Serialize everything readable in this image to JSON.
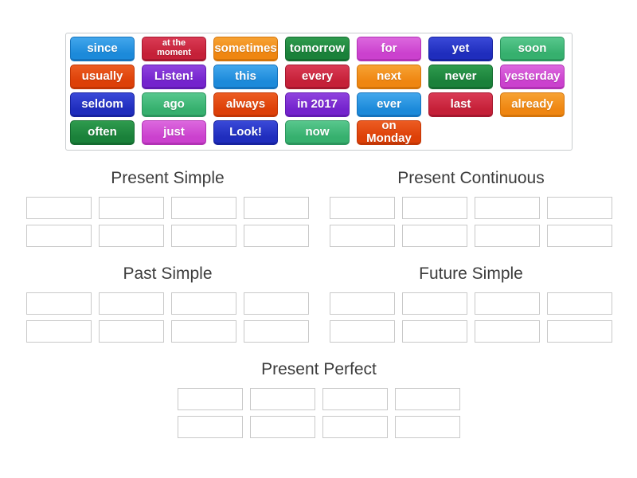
{
  "board": {
    "background": "#ffffff",
    "slot_border": "#c9c9c9",
    "tray_border": "#c8ccce",
    "title_color": "#3c3c3c"
  },
  "palette": {
    "azure": {
      "top": "#43a7ec",
      "bottom": "#1c8ada",
      "edge": "#1573bd"
    },
    "crimson": {
      "top": "#da3b55",
      "bottom": "#c52038",
      "edge": "#a5172e"
    },
    "orange": {
      "top": "#f7a233",
      "bottom": "#ef8611",
      "edge": "#d4740a"
    },
    "green": {
      "top": "#2f9b4e",
      "bottom": "#1a813a",
      "edge": "#146c30"
    },
    "orchid": {
      "top": "#dc68de",
      "bottom": "#cb41ce",
      "edge": "#b232b5"
    },
    "royal_blue": {
      "top": "#3a49d8",
      "bottom": "#1f2dbd",
      "edge": "#1722a0"
    },
    "emerald": {
      "top": "#58c78d",
      "bottom": "#36b06e",
      "edge": "#2b965d"
    },
    "orange_red": {
      "top": "#ec5c22",
      "bottom": "#dd4008",
      "edge": "#c23605"
    },
    "purple": {
      "top": "#8f43de",
      "bottom": "#7423cd",
      "edge": "#611bb2"
    }
  },
  "tray": {
    "rows": [
      [
        {
          "label": "since",
          "color": "azure"
        },
        {
          "label": "at the moment",
          "color": "crimson",
          "small": true
        },
        {
          "label": "sometimes",
          "color": "orange"
        },
        {
          "label": "tomorrow",
          "color": "green"
        },
        {
          "label": "for",
          "color": "orchid"
        },
        {
          "label": "yet",
          "color": "royal_blue"
        },
        {
          "label": "soon",
          "color": "emerald"
        }
      ],
      [
        {
          "label": "usually",
          "color": "orange_red"
        },
        {
          "label": "Listen!",
          "color": "purple"
        },
        {
          "label": "this",
          "color": "azure"
        },
        {
          "label": "every",
          "color": "crimson"
        },
        {
          "label": "next",
          "color": "orange"
        },
        {
          "label": "never",
          "color": "green"
        },
        {
          "label": "yesterday",
          "color": "orchid"
        }
      ],
      [
        {
          "label": "seldom",
          "color": "royal_blue"
        },
        {
          "label": "ago",
          "color": "emerald"
        },
        {
          "label": "always",
          "color": "orange_red"
        },
        {
          "label": "in 2017",
          "color": "purple"
        },
        {
          "label": "ever",
          "color": "azure"
        },
        {
          "label": "last",
          "color": "crimson"
        },
        {
          "label": "already",
          "color": "orange"
        }
      ],
      [
        {
          "label": "often",
          "color": "green"
        },
        {
          "label": "just",
          "color": "orchid"
        },
        {
          "label": "Look!",
          "color": "royal_blue"
        },
        {
          "label": "now",
          "color": "emerald"
        },
        {
          "label": "on Monday",
          "color": "orange_red"
        }
      ]
    ]
  },
  "groups": [
    {
      "label": "Present Simple",
      "slot_rows": 2,
      "slots_per_row": 4
    },
    {
      "label": "Present Continuous",
      "slot_rows": 2,
      "slots_per_row": 4
    },
    {
      "label": "Past Simple",
      "slot_rows": 2,
      "slots_per_row": 4
    },
    {
      "label": "Future Simple",
      "slot_rows": 2,
      "slots_per_row": 4
    },
    {
      "label": "Present Perfect",
      "slot_rows": 2,
      "slots_per_row": 4
    }
  ]
}
